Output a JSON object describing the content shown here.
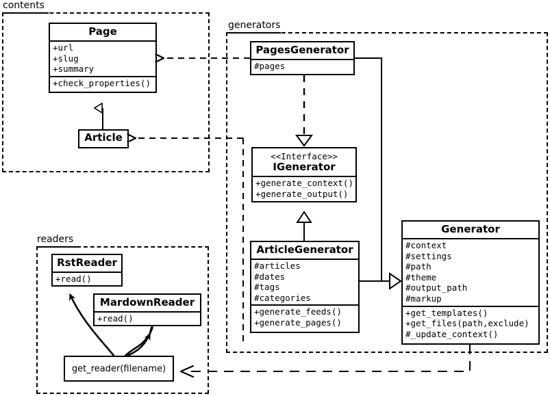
{
  "diagram": {
    "type": "uml-class-diagram",
    "packages": [
      {
        "name": "contents",
        "label": "contents"
      },
      {
        "name": "generators",
        "label": "generators"
      },
      {
        "name": "readers",
        "label": "readers"
      }
    ]
  },
  "contents": {
    "label": "contents",
    "page": {
      "title": "Page",
      "attributes": [
        "+url",
        "+slug",
        "+summary"
      ],
      "methods": [
        "+check_properties()"
      ]
    },
    "article": {
      "title": "Article",
      "attributes": [],
      "methods": []
    }
  },
  "generators": {
    "label": "generators",
    "pages_generator": {
      "title": "PagesGenerator",
      "attributes": [
        "#pages"
      ],
      "methods": []
    },
    "igenerator": {
      "stereotype": "<<Interface>>",
      "title": "IGenerator",
      "attributes": [],
      "methods": [
        "+generate_context()",
        "+generate_output()"
      ]
    },
    "article_generator": {
      "title": "ArticleGenerator",
      "attributes": [
        "#articles",
        "#dates",
        "#tags",
        "#categories"
      ],
      "methods": [
        "+generate_feeds()",
        "+generate_pages()"
      ]
    },
    "generator": {
      "title": "Generator",
      "attributes": [
        "#context",
        "#settings",
        "#path",
        "#theme",
        "#output_path",
        "#markup"
      ],
      "methods": [
        "+get_templates()",
        "+get_files(path,exclude)",
        "#_update_context()"
      ]
    }
  },
  "readers": {
    "label": "readers",
    "rst_reader": {
      "title": "RstReader",
      "attributes": [],
      "methods": [
        "+read()"
      ]
    },
    "mardown_reader": {
      "title": "MardownReader",
      "attributes": [],
      "methods": [
        "+read()"
      ]
    },
    "get_reader": {
      "title": "get_reader(filename)"
    }
  },
  "relationships": [
    {
      "from": "PagesGenerator",
      "to": "Page",
      "kind": "dependency",
      "style": "dashed-open-arrow"
    },
    {
      "from": "generators",
      "to": "Article",
      "kind": "dependency",
      "style": "dashed-open-arrow"
    },
    {
      "from": "PagesGenerator",
      "to": "IGenerator",
      "kind": "realization",
      "style": "dashed-hollow-triangle"
    },
    {
      "from": "ArticleGenerator",
      "to": "IGenerator",
      "kind": "inheritance",
      "style": "solid-hollow-triangle"
    },
    {
      "from": "PagesGenerator",
      "to": "Generator",
      "kind": "inheritance",
      "style": "solid-hollow-triangle"
    },
    {
      "from": "ArticleGenerator",
      "to": "Generator",
      "kind": "inheritance",
      "style": "solid-hollow-triangle"
    },
    {
      "from": "Article",
      "to": "Page",
      "kind": "inheritance",
      "style": "solid-hollow-triangle"
    },
    {
      "from": "Generator",
      "to": "get_reader",
      "kind": "dependency",
      "style": "dashed-open-arrow"
    },
    {
      "from": "get_reader",
      "to": "RstReader",
      "kind": "call",
      "style": "curved-solid-arrow"
    },
    {
      "from": "get_reader",
      "to": "MardownReader",
      "kind": "call",
      "style": "curved-solid-arrow"
    }
  ],
  "colors": {
    "line": "#000000",
    "fill": "#ffffff"
  }
}
